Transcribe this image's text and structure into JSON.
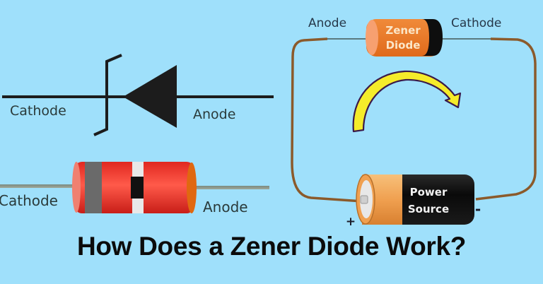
{
  "title": "How Does a Zener Diode Work?",
  "symbol": {
    "cathode_label": "Cathode",
    "anode_label": "Anode"
  },
  "component": {
    "cathode_label": "Cathode",
    "anode_label": "Anode"
  },
  "circuit": {
    "anode_label": "Anode",
    "cathode_label": "Cathode",
    "diode_label_line1": "Zener",
    "diode_label_line2": "Diode",
    "battery_label_line1": "Power",
    "battery_label_line2": "Source",
    "plus_sign": "+",
    "minus_sign": "-"
  },
  "colors": {
    "background": "#9fe0fb",
    "wire": "#8b5a2b",
    "diode_body": "#f07a2a",
    "component_body": "#e8302a",
    "arrow": "#f5ec2a",
    "battery_cap": "#f0a050"
  }
}
